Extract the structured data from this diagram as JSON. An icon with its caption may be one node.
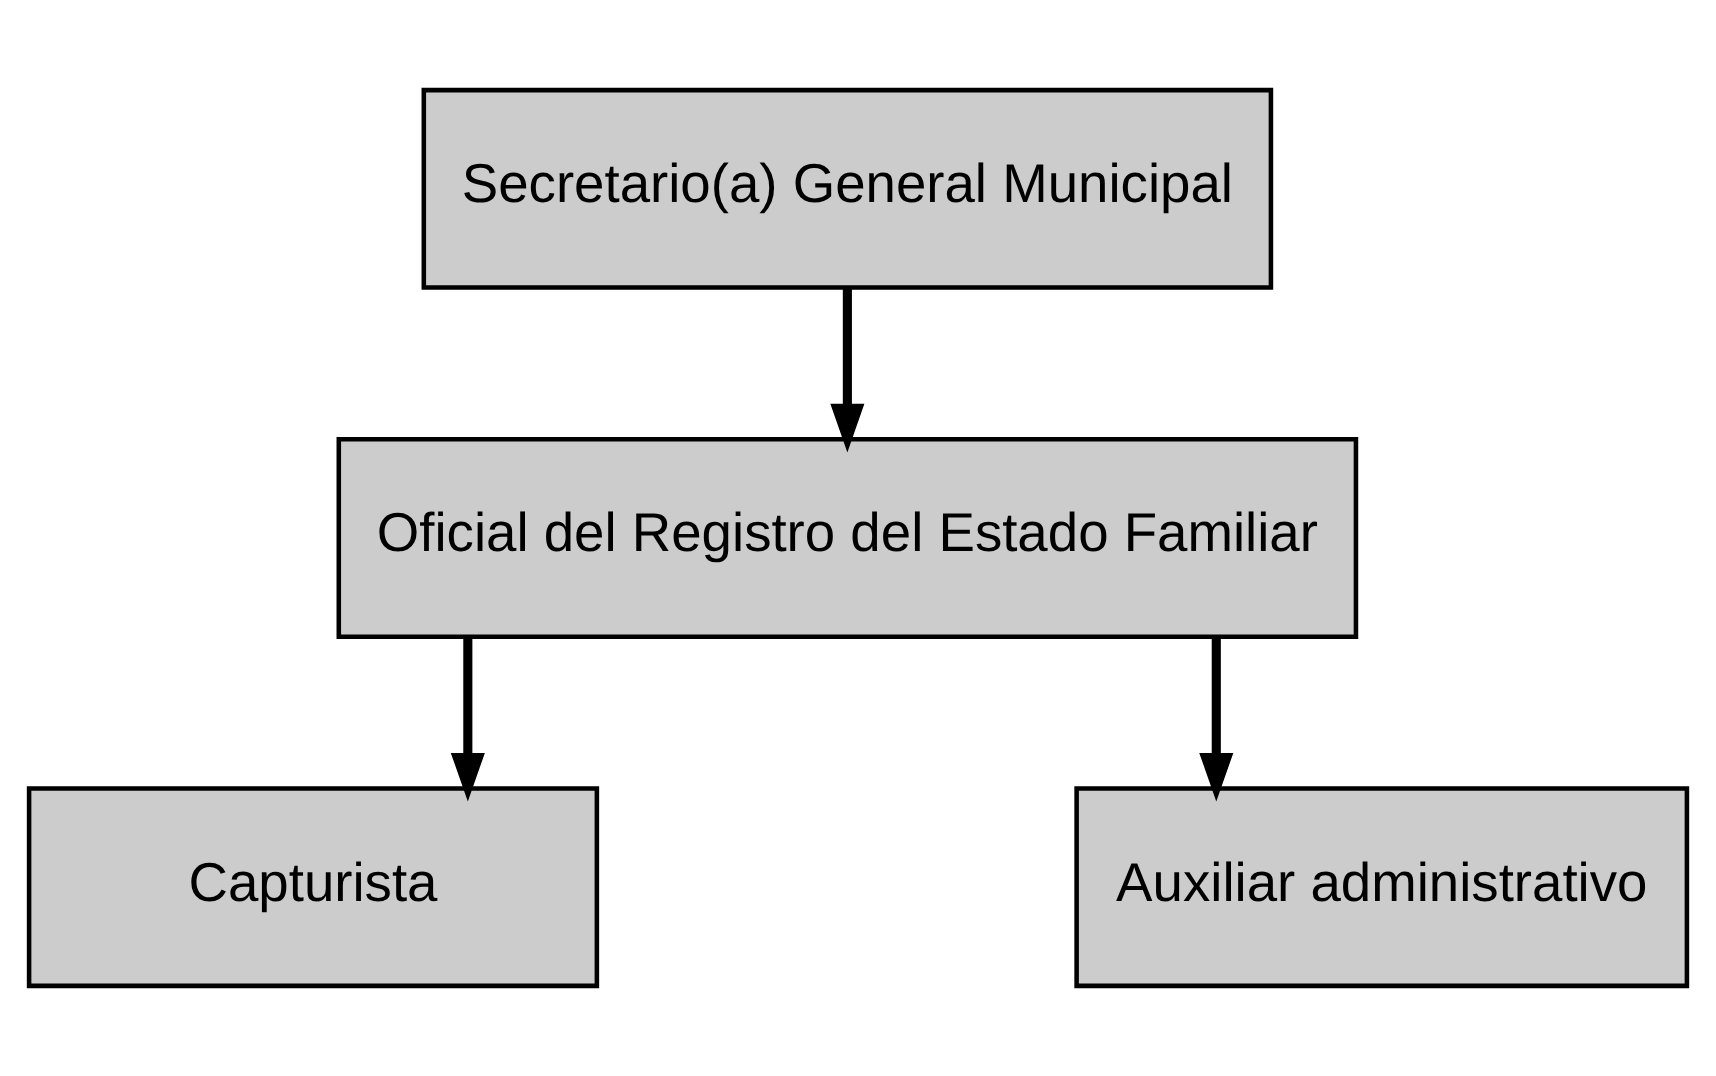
{
  "diagram": {
    "nodes": [
      {
        "text": [
          "Secretario(a) General Municipal"
        ]
      },
      {
        "text": [
          "Oficial del Registro del Estado Familiar"
        ]
      },
      {
        "text": [
          "Capturista"
        ]
      },
      {
        "text": [
          "Auxiliar administrativo"
        ]
      }
    ],
    "edges": [
      {
        "from": 0,
        "to": 1,
        "arrow": "to"
      },
      {
        "from": 1,
        "to": 2,
        "arrow": "to"
      },
      {
        "from": 1,
        "to": 3,
        "arrow": "to"
      }
    ]
  }
}
